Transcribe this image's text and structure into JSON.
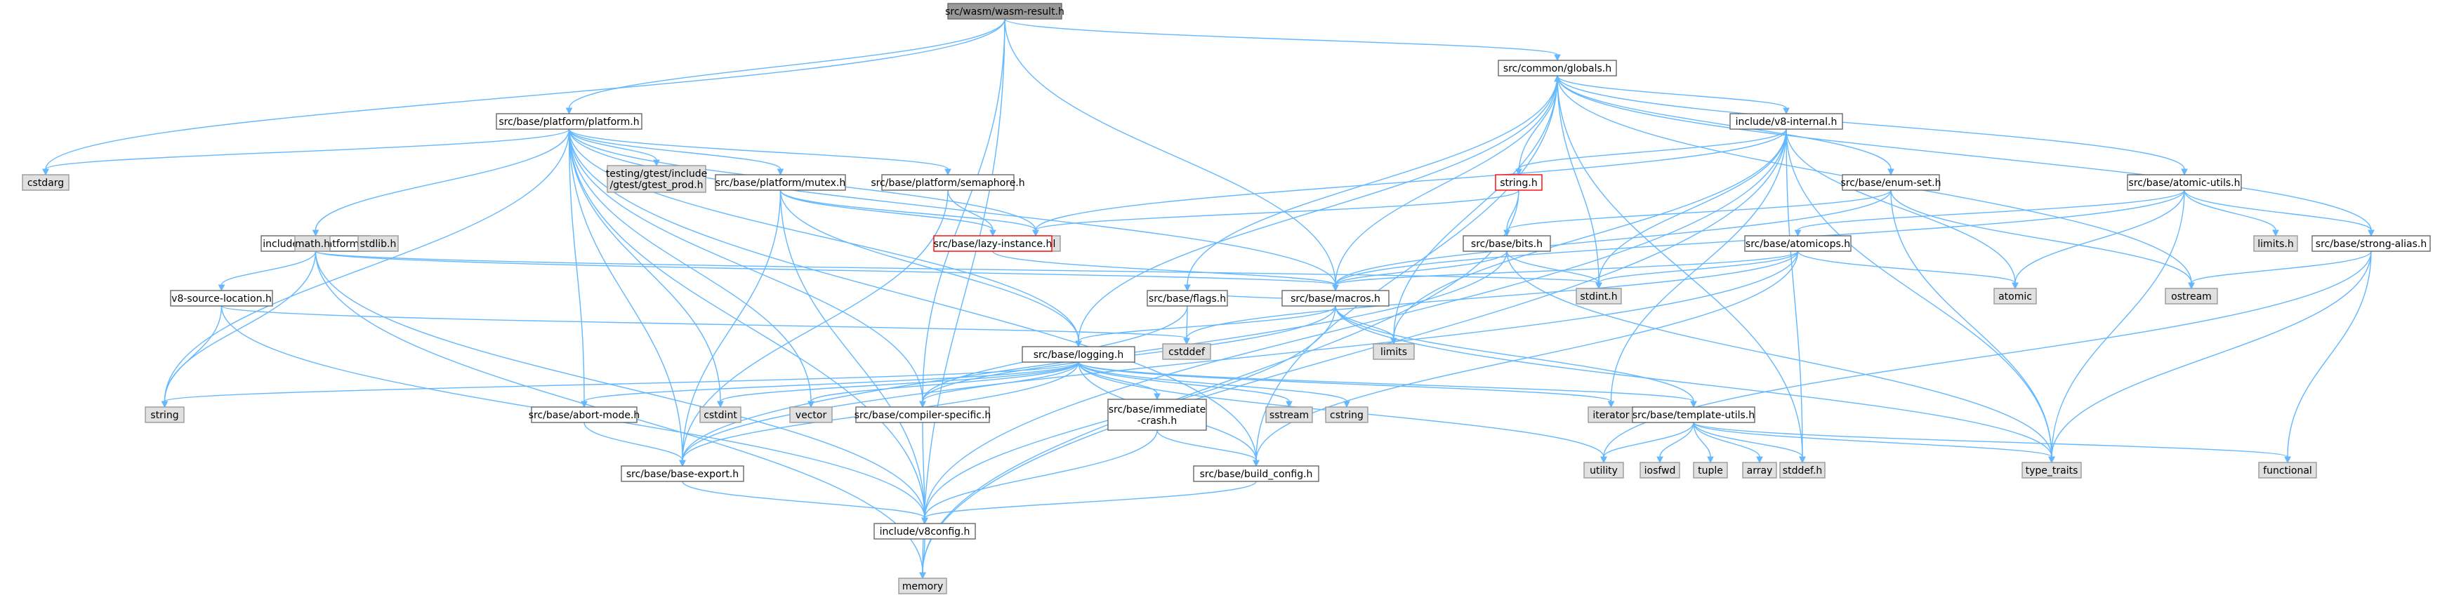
{
  "colors": {
    "edge": "#63b8ff",
    "root_fill": "#999999",
    "root_stroke": "#666666",
    "file_fill": "#ffffff",
    "file_stroke": "#666666",
    "system_fill": "#e0e0e0",
    "system_stroke": "#999999",
    "truncated_stroke": "#ff0000"
  },
  "nodes": [
    {
      "id": "root",
      "kind": "root",
      "lines": [
        "src/wasm/wasm-result.h"
      ]
    },
    {
      "id": "globals",
      "kind": "file",
      "lines": [
        "src/common/globals.h"
      ]
    },
    {
      "id": "platform",
      "kind": "file",
      "lines": [
        "src/base/platform/platform.h"
      ]
    },
    {
      "id": "cstdarg",
      "kind": "system",
      "lines": [
        "cstdarg"
      ]
    },
    {
      "id": "v8platform",
      "kind": "file",
      "lines": [
        "include/v8-platform.h"
      ]
    },
    {
      "id": "gtest",
      "kind": "system",
      "lines": [
        "testing/gtest/include",
        "/gtest/gtest_prod.h"
      ]
    },
    {
      "id": "mutex",
      "kind": "file",
      "lines": [
        "src/base/platform/mutex.h"
      ]
    },
    {
      "id": "semaphore",
      "kind": "file",
      "lines": [
        "src/base/platform/semaphore.h"
      ]
    },
    {
      "id": "optional",
      "kind": "system",
      "lines": [
        "optional"
      ]
    },
    {
      "id": "v8internal",
      "kind": "file",
      "lines": [
        "include/v8-internal.h"
      ]
    },
    {
      "id": "stringh",
      "kind": "truncated",
      "lines": [
        "string.h"
      ]
    },
    {
      "id": "enumset",
      "kind": "file",
      "lines": [
        "src/base/enum-set.h"
      ]
    },
    {
      "id": "atomicutils",
      "kind": "file",
      "lines": [
        "src/base/atomic-utils.h"
      ]
    },
    {
      "id": "limitsh",
      "kind": "system",
      "lines": [
        "limits.h"
      ]
    },
    {
      "id": "strongalias",
      "kind": "file",
      "lines": [
        "src/base/strong-alias.h"
      ]
    },
    {
      "id": "lazy",
      "kind": "truncated",
      "lines": [
        "src/base/lazy-instance.h"
      ]
    },
    {
      "id": "bits",
      "kind": "file",
      "lines": [
        "src/base/bits.h"
      ]
    },
    {
      "id": "atomicops",
      "kind": "file",
      "lines": [
        "src/base/atomicops.h"
      ]
    },
    {
      "id": "stdint",
      "kind": "system",
      "lines": [
        "stdint.h"
      ]
    },
    {
      "id": "atomic",
      "kind": "system",
      "lines": [
        "atomic"
      ]
    },
    {
      "id": "ostream",
      "kind": "system",
      "lines": [
        "ostream"
      ]
    },
    {
      "id": "math",
      "kind": "system",
      "lines": [
        "math.h"
      ]
    },
    {
      "id": "stdlib",
      "kind": "system",
      "lines": [
        "stdlib.h"
      ]
    },
    {
      "id": "srcloc",
      "kind": "file",
      "lines": [
        "v8-source-location.h"
      ]
    },
    {
      "id": "flags",
      "kind": "file",
      "lines": [
        "src/base/flags.h"
      ]
    },
    {
      "id": "macros",
      "kind": "file",
      "lines": [
        "src/base/macros.h"
      ]
    },
    {
      "id": "cstddef",
      "kind": "system",
      "lines": [
        "cstddef"
      ]
    },
    {
      "id": "limits",
      "kind": "system",
      "lines": [
        "limits"
      ]
    },
    {
      "id": "logging",
      "kind": "file",
      "lines": [
        "src/base/logging.h"
      ]
    },
    {
      "id": "string",
      "kind": "system",
      "lines": [
        "string"
      ]
    },
    {
      "id": "abortmode",
      "kind": "file",
      "lines": [
        "src/base/abort-mode.h"
      ]
    },
    {
      "id": "cstdint",
      "kind": "system",
      "lines": [
        "cstdint"
      ]
    },
    {
      "id": "vector",
      "kind": "system",
      "lines": [
        "vector"
      ]
    },
    {
      "id": "compiler",
      "kind": "file",
      "lines": [
        "src/base/compiler-specific.h"
      ]
    },
    {
      "id": "immediate",
      "kind": "file",
      "lines": [
        "src/base/immediate",
        "-crash.h"
      ]
    },
    {
      "id": "sstream",
      "kind": "system",
      "lines": [
        "sstream"
      ]
    },
    {
      "id": "cstring",
      "kind": "system",
      "lines": [
        "cstring"
      ]
    },
    {
      "id": "iterator",
      "kind": "system",
      "lines": [
        "iterator"
      ]
    },
    {
      "id": "templateutils",
      "kind": "file",
      "lines": [
        "src/base/template-utils.h"
      ]
    },
    {
      "id": "utility",
      "kind": "system",
      "lines": [
        "utility"
      ]
    },
    {
      "id": "iosfwd",
      "kind": "system",
      "lines": [
        "iosfwd"
      ]
    },
    {
      "id": "tuple",
      "kind": "system",
      "lines": [
        "tuple"
      ]
    },
    {
      "id": "array",
      "kind": "system",
      "lines": [
        "array"
      ]
    },
    {
      "id": "stddef",
      "kind": "system",
      "lines": [
        "stddef.h"
      ]
    },
    {
      "id": "typetraits",
      "kind": "system",
      "lines": [
        "type_traits"
      ]
    },
    {
      "id": "functional",
      "kind": "system",
      "lines": [
        "functional"
      ]
    },
    {
      "id": "baseexport",
      "kind": "file",
      "lines": [
        "src/base/base-export.h"
      ]
    },
    {
      "id": "buildconfig",
      "kind": "file",
      "lines": [
        "src/base/build_config.h"
      ]
    },
    {
      "id": "v8config",
      "kind": "file",
      "lines": [
        "include/v8config.h"
      ]
    },
    {
      "id": "memory",
      "kind": "system",
      "lines": [
        "memory"
      ]
    }
  ],
  "edges": [
    [
      "root",
      "globals"
    ],
    [
      "root",
      "platform"
    ],
    [
      "root",
      "cstdarg"
    ],
    [
      "root",
      "macros"
    ],
    [
      "root",
      "compiler"
    ],
    [
      "root",
      "memory"
    ],
    [
      "globals",
      "v8internal"
    ],
    [
      "globals",
      "enumset"
    ],
    [
      "globals",
      "atomicutils"
    ],
    [
      "globals",
      "strongalias"
    ],
    [
      "globals",
      "flags"
    ],
    [
      "globals",
      "macros"
    ],
    [
      "globals",
      "logging"
    ],
    [
      "globals",
      "limits"
    ],
    [
      "globals",
      "stdint"
    ],
    [
      "globals",
      "ostream"
    ],
    [
      "globals",
      "buildconfig"
    ],
    [
      "globals",
      "stddef"
    ],
    [
      "platform",
      "cstdarg"
    ],
    [
      "platform",
      "v8platform"
    ],
    [
      "platform",
      "gtest"
    ],
    [
      "platform",
      "mutex"
    ],
    [
      "platform",
      "semaphore"
    ],
    [
      "platform",
      "optional"
    ],
    [
      "platform",
      "string"
    ],
    [
      "platform",
      "abortmode"
    ],
    [
      "platform",
      "cstdint"
    ],
    [
      "platform",
      "vector"
    ],
    [
      "platform",
      "compiler"
    ],
    [
      "platform",
      "baseexport"
    ],
    [
      "platform",
      "buildconfig"
    ],
    [
      "platform",
      "macros"
    ],
    [
      "platform",
      "v8config"
    ],
    [
      "platform",
      "logging"
    ],
    [
      "v8platform",
      "math"
    ],
    [
      "v8platform",
      "stdlib"
    ],
    [
      "v8platform",
      "srcloc"
    ],
    [
      "v8platform",
      "string"
    ],
    [
      "v8platform",
      "stdint"
    ],
    [
      "v8platform",
      "v8config"
    ],
    [
      "v8platform",
      "memory"
    ],
    [
      "v8platform",
      "macros"
    ],
    [
      "srcloc",
      "cstddef"
    ],
    [
      "srcloc",
      "string"
    ],
    [
      "srcloc",
      "v8config"
    ],
    [
      "mutex",
      "optional"
    ],
    [
      "mutex",
      "lazy"
    ],
    [
      "mutex",
      "logging"
    ],
    [
      "mutex",
      "baseexport"
    ],
    [
      "mutex",
      "v8config"
    ],
    [
      "semaphore",
      "lazy"
    ],
    [
      "semaphore",
      "baseexport"
    ],
    [
      "lazy",
      "macros"
    ],
    [
      "v8internal",
      "stringh"
    ],
    [
      "v8internal",
      "optional"
    ],
    [
      "v8internal",
      "stdint"
    ],
    [
      "v8internal",
      "stddef"
    ],
    [
      "v8internal",
      "atomic"
    ],
    [
      "v8internal",
      "iterator"
    ],
    [
      "v8internal",
      "memory"
    ],
    [
      "v8internal",
      "typetraits"
    ],
    [
      "v8internal",
      "v8config"
    ],
    [
      "v8internal",
      "limits"
    ],
    [
      "stringh",
      "globals"
    ],
    [
      "stringh",
      "bits"
    ],
    [
      "stringh",
      "optional"
    ],
    [
      "stringh",
      "memory"
    ],
    [
      "bits",
      "stdint"
    ],
    [
      "bits",
      "macros"
    ],
    [
      "bits",
      "typetraits"
    ],
    [
      "bits",
      "baseexport"
    ],
    [
      "enumset",
      "macros"
    ],
    [
      "enumset",
      "typetraits"
    ],
    [
      "enumset",
      "ostream"
    ],
    [
      "enumset",
      "bits"
    ],
    [
      "atomicutils",
      "atomicops"
    ],
    [
      "atomicutils",
      "limitsh"
    ],
    [
      "atomicutils",
      "atomic"
    ],
    [
      "atomicutils",
      "typetraits"
    ],
    [
      "atomicutils",
      "macros"
    ],
    [
      "atomicutils",
      "strongalias"
    ],
    [
      "atomicops",
      "stdint"
    ],
    [
      "atomicops",
      "atomic"
    ],
    [
      "atomicops",
      "cstddef"
    ],
    [
      "atomicops",
      "baseexport"
    ],
    [
      "atomicops",
      "buildconfig"
    ],
    [
      "atomicops",
      "macros"
    ],
    [
      "strongalias",
      "functional"
    ],
    [
      "strongalias",
      "ostream"
    ],
    [
      "strongalias",
      "typetraits"
    ],
    [
      "strongalias",
      "utility"
    ],
    [
      "flags",
      "cstddef"
    ],
    [
      "flags",
      "compiler"
    ],
    [
      "flags",
      "macros"
    ],
    [
      "macros",
      "limits"
    ],
    [
      "macros",
      "typetraits"
    ],
    [
      "macros",
      "logging"
    ],
    [
      "macros",
      "compiler"
    ],
    [
      "macros",
      "templateutils"
    ],
    [
      "macros",
      "v8config"
    ],
    [
      "logging",
      "string"
    ],
    [
      "logging",
      "cstdint"
    ],
    [
      "logging",
      "vector"
    ],
    [
      "logging",
      "sstream"
    ],
    [
      "logging",
      "cstring"
    ],
    [
      "logging",
      "iterator"
    ],
    [
      "logging",
      "utility"
    ],
    [
      "logging",
      "abortmode"
    ],
    [
      "logging",
      "compiler"
    ],
    [
      "logging",
      "immediate"
    ],
    [
      "logging",
      "baseexport"
    ],
    [
      "logging",
      "buildconfig"
    ],
    [
      "logging",
      "templateutils"
    ],
    [
      "abortmode",
      "baseexport"
    ],
    [
      "compiler",
      "v8config"
    ],
    [
      "immediate",
      "buildconfig"
    ],
    [
      "immediate",
      "v8config"
    ],
    [
      "templateutils",
      "utility"
    ],
    [
      "templateutils",
      "iosfwd"
    ],
    [
      "templateutils",
      "tuple"
    ],
    [
      "templateutils",
      "array"
    ],
    [
      "templateutils",
      "stddef"
    ],
    [
      "templateutils",
      "typetraits"
    ],
    [
      "templateutils",
      "functional"
    ],
    [
      "baseexport",
      "v8config"
    ],
    [
      "buildconfig",
      "v8config"
    ],
    [
      "v8config",
      "memory"
    ]
  ]
}
